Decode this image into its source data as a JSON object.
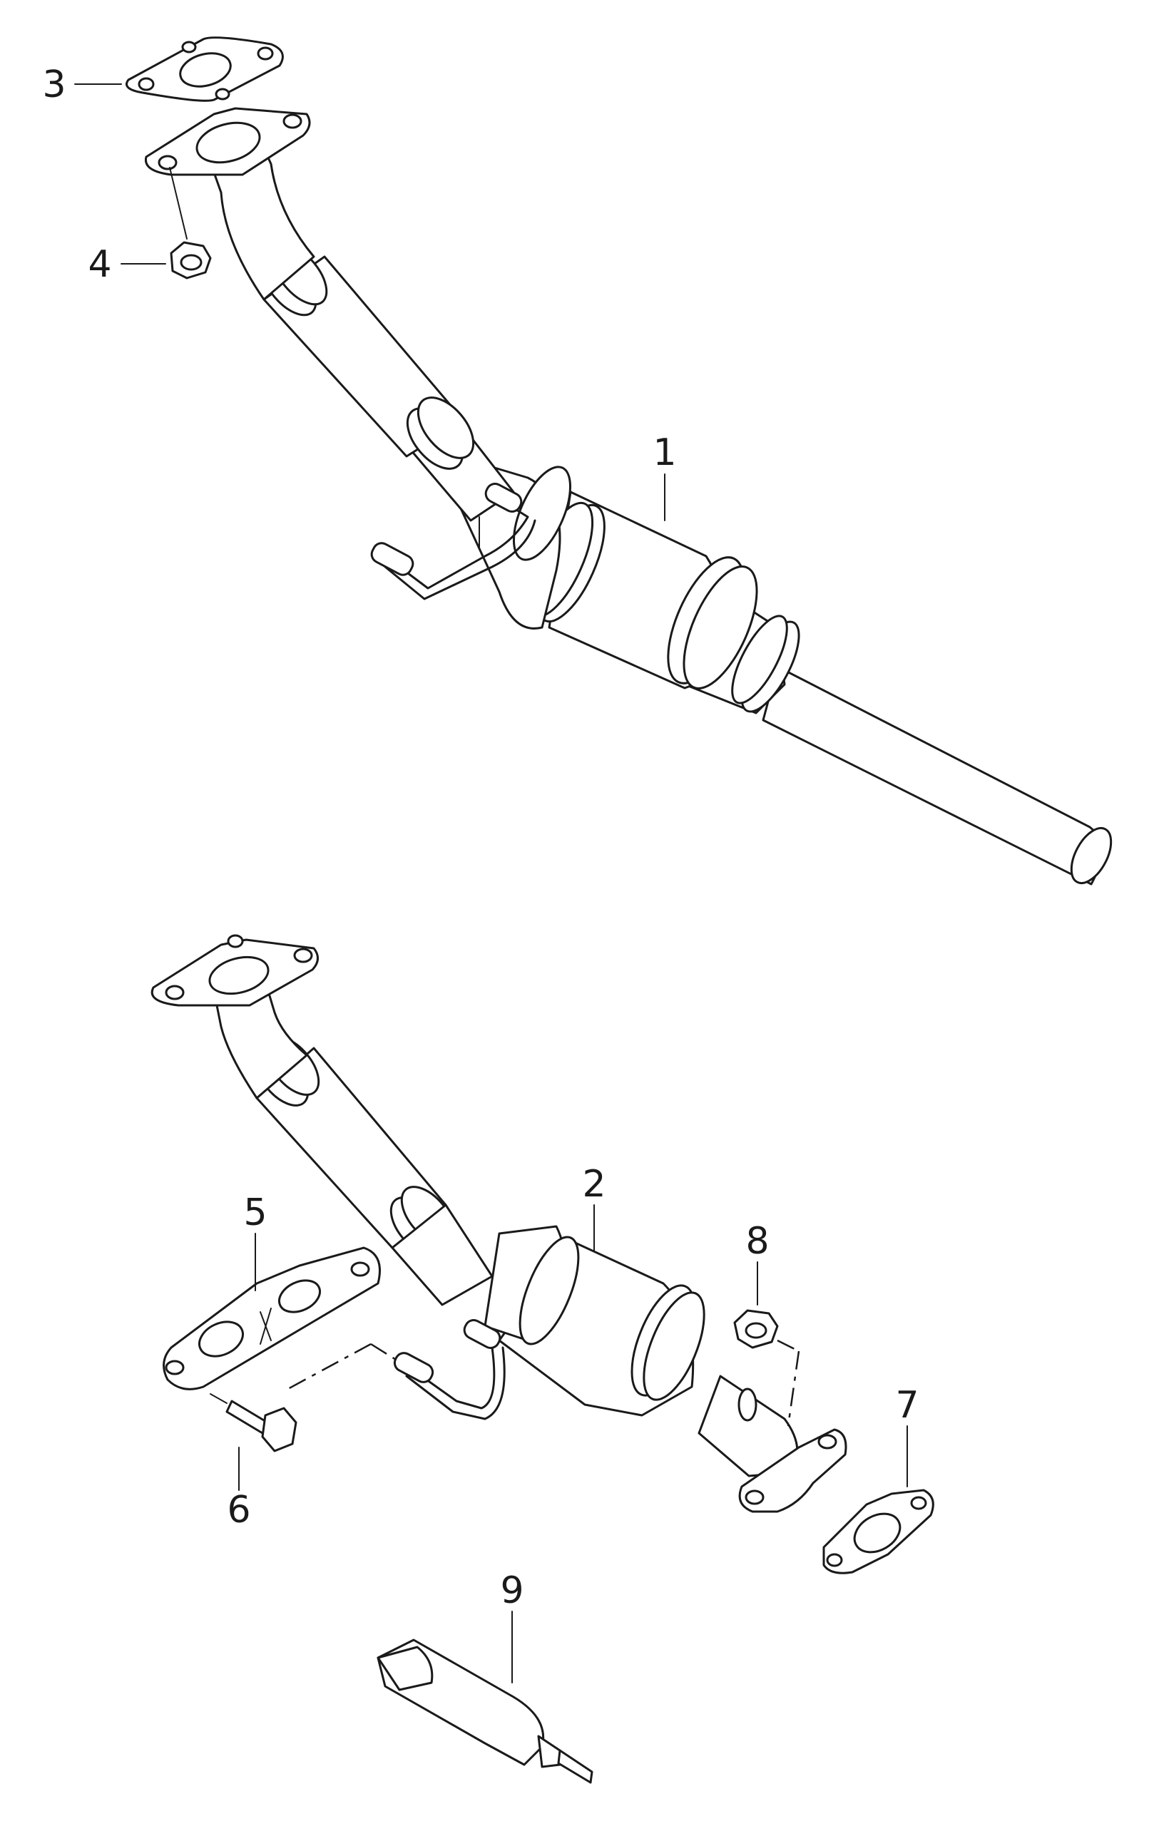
{
  "callouts": {
    "c1": "1",
    "c2": "2",
    "c3": "3",
    "c4": "4",
    "c5": "5",
    "c6": "6",
    "c7": "7",
    "c8": "8",
    "c9": "9"
  },
  "colors": {
    "line": "#1a1a1a",
    "fill": "#ffffff"
  }
}
